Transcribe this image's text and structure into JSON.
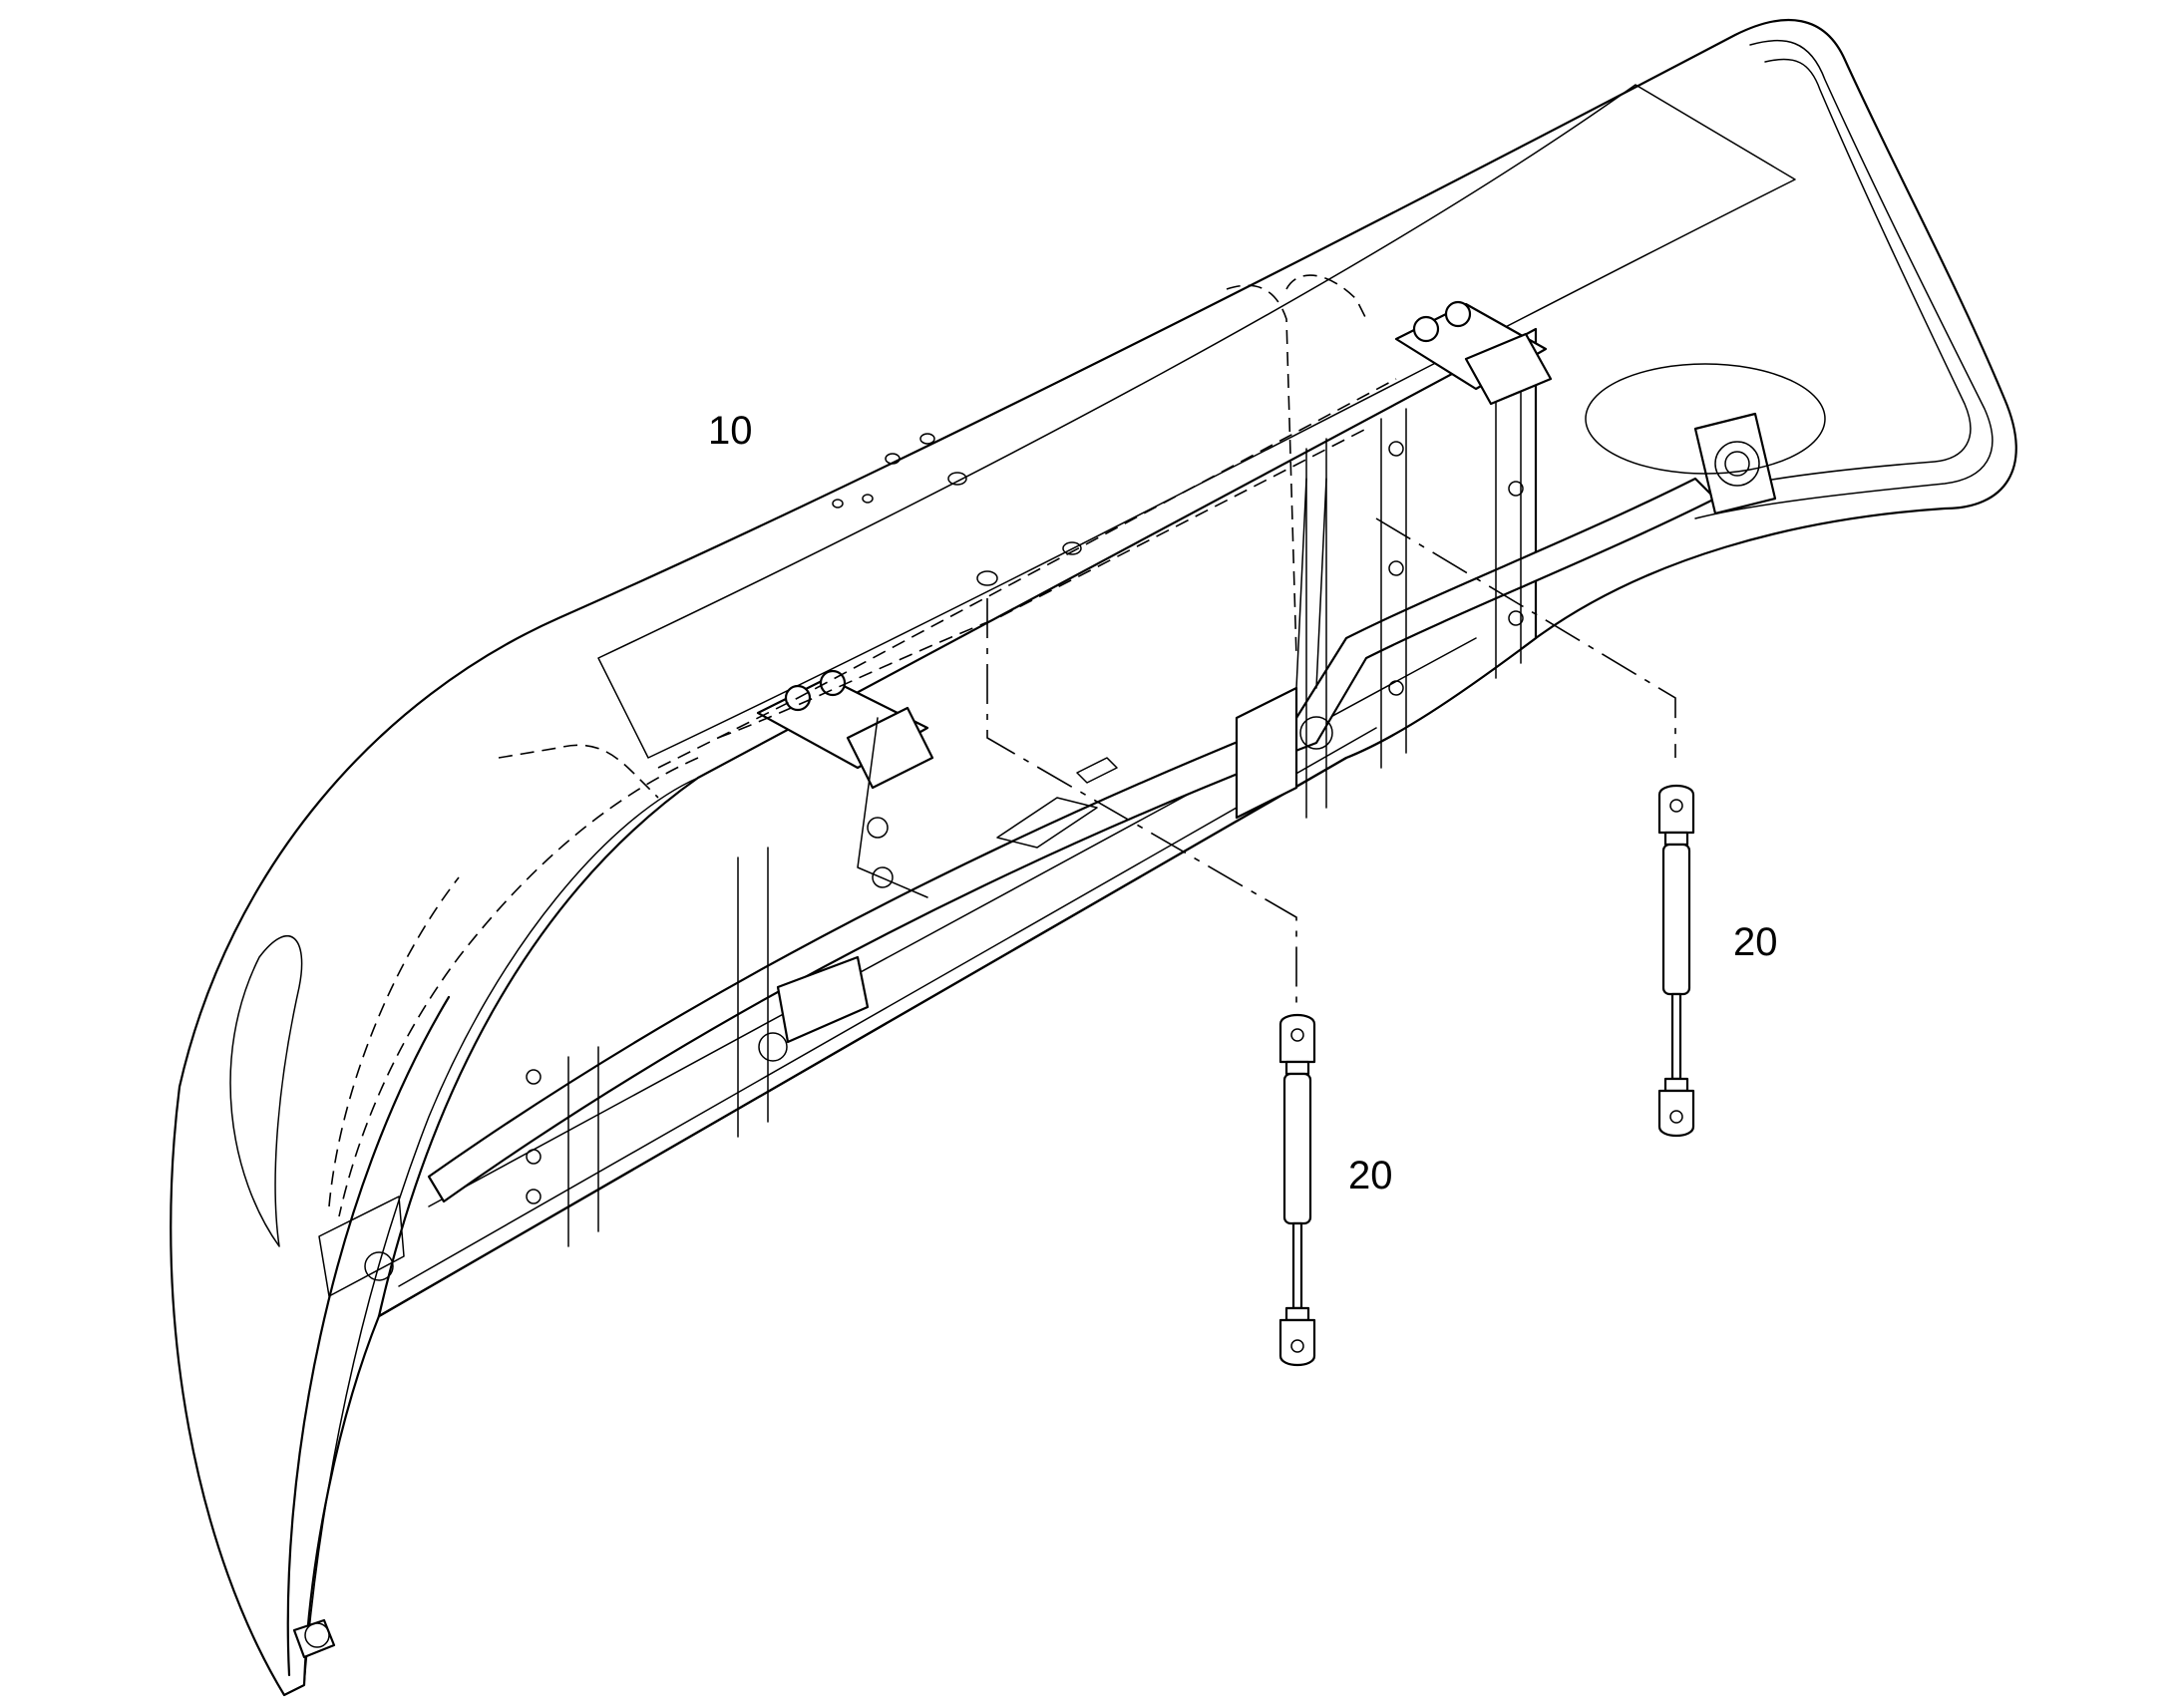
{
  "callouts": [
    {
      "id": "hood",
      "label": "10"
    },
    {
      "id": "gas-strut-right",
      "label": "20"
    },
    {
      "id": "gas-strut-left",
      "label": "20"
    }
  ]
}
